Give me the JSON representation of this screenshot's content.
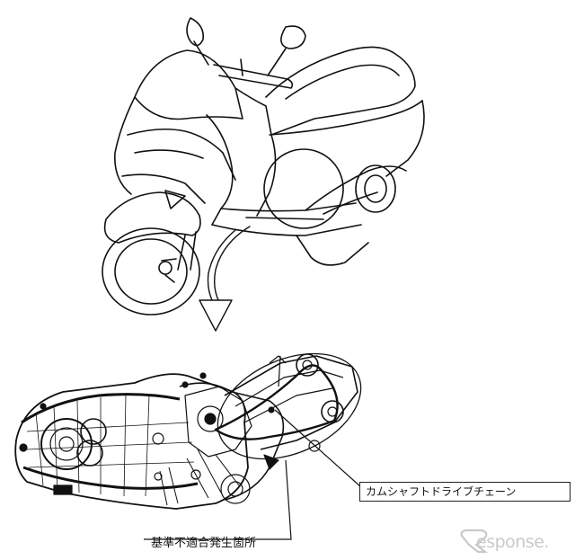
{
  "callouts": {
    "component_label": "カムシャフトドライブチェーン",
    "defect_location_label": "基準不適合発生箇所"
  },
  "watermark": {
    "text": "esponse."
  }
}
